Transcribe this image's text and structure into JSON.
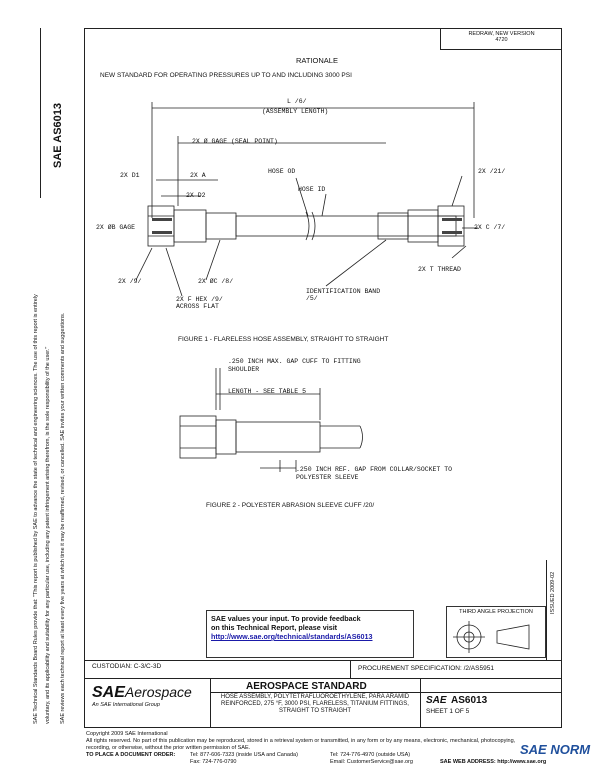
{
  "header": {
    "stamp_line1": "REDRAW, NEW VERSION",
    "stamp_line2": "4720",
    "section_title": "RATIONALE",
    "rationale_text": "NEW STANDARD FOR OPERATING PRESSURES UP TO AND INCLUDING 3000 PSI"
  },
  "doc_code": "AS6013",
  "figure1": {
    "caption": "FIGURE 1 - FLARELESS HOSE ASSEMBLY, STRAIGHT TO STRAIGHT",
    "labels": {
      "length": "L /6/",
      "assembly_length": "(ASSEMBLY LENGTH)",
      "gage": "2X Ø GAGE (SEAL POINT)",
      "d1": "2X D1",
      "a": "2X A",
      "d2": "2X D2",
      "hose_od": "HOSE OD",
      "hose_id": "HOSE ID",
      "two_x_21": "2X /21/",
      "b_gage": "2X ØB GAGE",
      "c7": "2X C /7/",
      "thread": "2X T THREAD",
      "x9": "2X /9/",
      "dc8": "2X ØC /8/",
      "hex": "2X F HEX /9/ ACROSS FLAT",
      "id_band": "IDENTIFICATION BAND /5/"
    }
  },
  "figure2": {
    "caption": "FIGURE 2 - POLYESTER ABRASION SLEEVE CUFF /20/",
    "labels": {
      "gap_max": ".250 INCH MAX. GAP CUFF TO FITTING SHOULDER",
      "length_table": "LENGTH - SEE TABLE 5",
      "gap_ref": ".250 INCH REF. GAP FROM COLLAR/SOCKET TO POLYESTER SLEEVE"
    }
  },
  "feedback": {
    "line1": "SAE values your input. To provide feedback",
    "line2": "on this Technical Report, please visit",
    "link": "http://www.sae.org/technical/standards/AS6013"
  },
  "projection_label": "THIRD ANGLE PROJECTION",
  "side_id": "ISSUED 2009-02",
  "custodian": "CUSTODIAN: C-3/C-3D",
  "procurement": "PROCUREMENT SPECIFICATION: /2/AS5951",
  "title_block": {
    "brand_main": "SAE",
    "brand_sub": "Aerospace",
    "brand_tag": "An SAE International Group",
    "standard_title": "AEROSPACE STANDARD",
    "description": "HOSE ASSEMBLY, POLYTETRAFLUOROETHYLENE, PARA ARAMID REINFORCED, 275 °F, 3000 PSI, FLARELESS, TITANIUM FITTINGS, STRAIGHT TO STRAIGHT",
    "doc_number": "AS6013",
    "sheet": "SHEET 1 OF 5"
  },
  "footer": {
    "copyright": "Copyright 2009 SAE International",
    "rights": "All rights reserved. No part of this publication may be reproduced, stored in a retrieval system or transmitted, in any form or by any means, electronic, mechanical, photocopying,",
    "rights2": "recording, or otherwise, without the prior written permission of SAE.",
    "order_label": "TO PLACE A DOCUMENT ORDER:",
    "tel1": "Tel: 877-606-7323 (inside USA and Canada)",
    "tel2": "Tel: 724-776-4970 (outside USA)",
    "fax": "Fax: 724-776-0790",
    "email": "Email: CustomerService@sae.org",
    "web": "SAE WEB ADDRESS: http://www.sae.org"
  },
  "left_margin": {
    "line1": "SAE Technical Standards Board Rules provide that: \"This report is published by SAE to advance the state of technical and engineering sciences. The use of this report is entirely",
    "line2": "voluntary, and its applicability and suitability for any particular use, including any patent infringement arising therefrom, is the sole responsibility of the user.\"",
    "line3": "SAE reviews each technical report at least every five years at which time it may be reaffirmed, revised, or cancelled. SAE invites your written comments and suggestions."
  },
  "watermark": "SAE NORM"
}
